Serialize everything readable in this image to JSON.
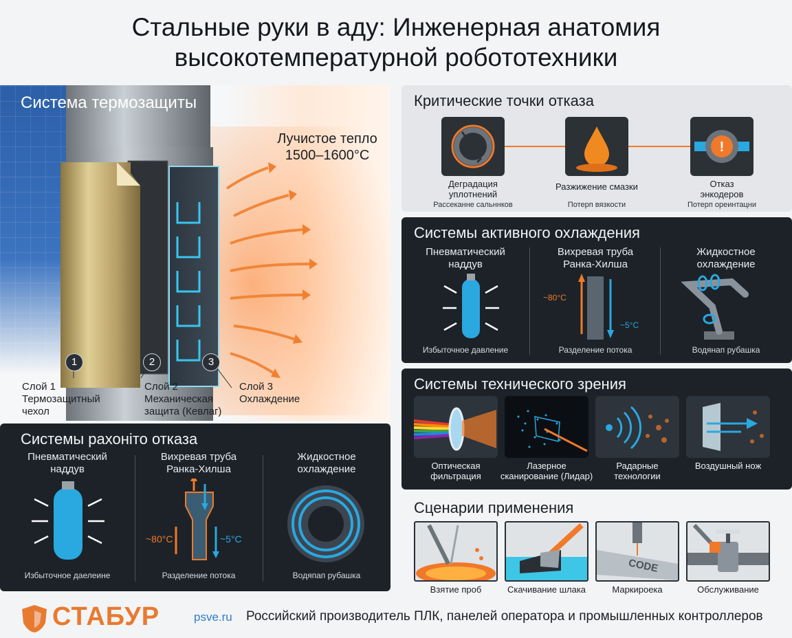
{
  "title": {
    "line1": "Стальные руки в аду: Инженерная анатомия",
    "line2": "высокотемпературной робототехники"
  },
  "thermal": {
    "title": "Система термозащиты",
    "radiant_line1": "Лучистое тепло",
    "radiant_line2": "1500–1600°C",
    "layers": [
      {
        "num": "1",
        "lines": [
          "Слой 1",
          "Термозащитный",
          "чехол"
        ]
      },
      {
        "num": "2",
        "lines": [
          "Слой 2",
          "Механическая",
          "защита (Кевлаг)"
        ]
      },
      {
        "num": "3",
        "lines": [
          "Слой 3",
          "Охлаждение"
        ]
      }
    ]
  },
  "failure_systems": {
    "title": "Системы рахоніто отказа",
    "cols": [
      {
        "title_lines": [
          "Пневматический",
          "наддув"
        ],
        "caption": "Избытoчное даелеине"
      },
      {
        "title_lines": [
          "Вихревая труба",
          "Ранка-Хилша"
        ],
        "caption": "Разделение потока",
        "hot": "~80°C",
        "cold": "~5°C"
      },
      {
        "title_lines": [
          "Жидкостное",
          "охлаждение"
        ],
        "caption": "Водяпап рубашка"
      }
    ]
  },
  "critical": {
    "title": "Критические точки отказа",
    "items": [
      {
        "label_lines": [
          "Деградация",
          "уплотнений"
        ],
        "sub": "Рассеканне сальннков"
      },
      {
        "label_lines": [
          "Разжижение смазки"
        ],
        "sub": "Потерп вязкости"
      },
      {
        "label_lines": [
          "Отказ",
          "энкодеров"
        ],
        "sub": "Потерп ореинтацни"
      }
    ]
  },
  "active_cooling": {
    "title": "Системы активного охлаждения",
    "cols": [
      {
        "title_lines": [
          "Пневматический",
          "наддув"
        ],
        "caption": "Избыточное давление"
      },
      {
        "title_lines": [
          "Вихревая труба",
          "Ранка-Хилша"
        ],
        "caption": "Разделение потока",
        "hot": "~80°C",
        "cold": "~5°C"
      },
      {
        "title_lines": [
          "Жидкостное",
          "охлаждение"
        ],
        "caption": "Водянап рубашка"
      }
    ]
  },
  "vision": {
    "title": "Системы технического зрения",
    "items": [
      {
        "label_lines": [
          "Оптическая",
          "фильтрация"
        ]
      },
      {
        "label_lines": [
          "Лазерное",
          "сканирование (Лидар)"
        ]
      },
      {
        "label_lines": [
          "Радарные",
          "технологии"
        ]
      },
      {
        "label_lines": [
          "Воздушный нож"
        ]
      }
    ]
  },
  "scenarios": {
    "title": "Сценарии применения",
    "items": [
      {
        "label": "Взятие проб"
      },
      {
        "label": "Скачивание шлака"
      },
      {
        "label": "Маркироека"
      },
      {
        "label": "Обслуживание"
      }
    ],
    "stamp_text": "CODE"
  },
  "footer": {
    "brand": "СТАБУР",
    "site": "psve.ru",
    "tagline": "Российский производитель ПЛК, панелей оператора и промышленных контроллеров"
  },
  "colors": {
    "accent_orange": "#f07a2a",
    "accent_blue": "#2aa8e0",
    "panel_dark": "#1c2228",
    "panel_grey": "#e4e6e9",
    "brand_orange": "#e87a30",
    "brand_blue": "#2d7dc8"
  }
}
